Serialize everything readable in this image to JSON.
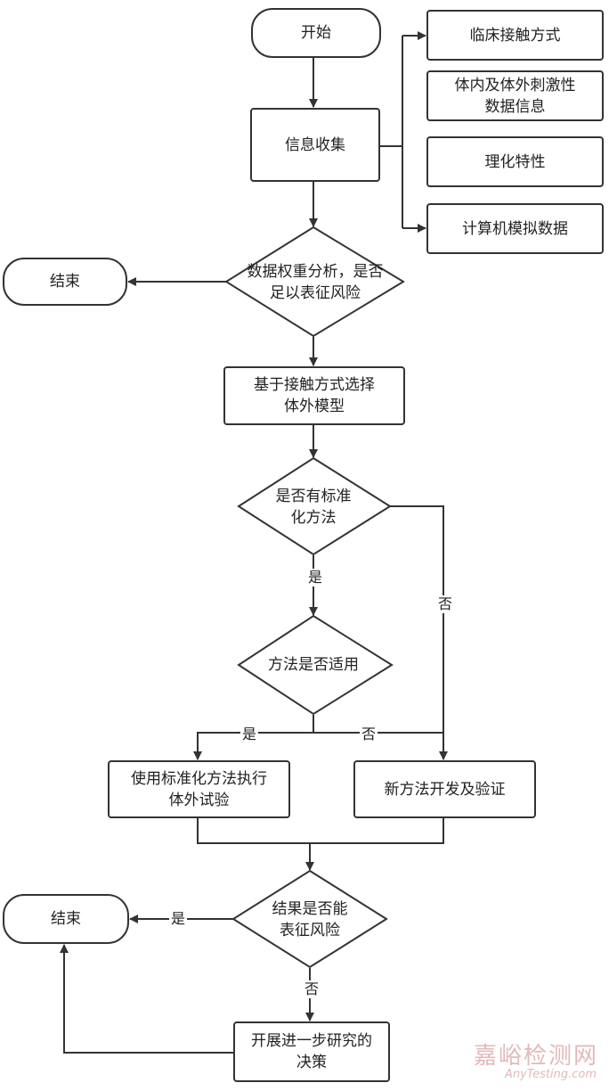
{
  "nodes": {
    "start": "开始",
    "collect": "信息收集",
    "src1": "临床接触方式",
    "src2": "体内及体外刺激性数据信息",
    "src3": "理化特性",
    "src4": "计算机模拟数据",
    "weight": "数据权重分析，是否足以表征风险",
    "end1": "结束",
    "select": "基于接触方式选择体外模型",
    "std": "是否有标准化方法",
    "apply": "方法是否适用",
    "use_std": "使用标准化方法执行体外试验",
    "new_method": "新方法开发及验证",
    "result": "结果是否能表征风险",
    "end2": "结束",
    "further": "开展进一步研究的决策"
  },
  "edge_labels": {
    "yes": "是",
    "no": "否"
  },
  "watermark": {
    "cn": "嘉峪检测网",
    "en": "AnyTesting.com"
  }
}
